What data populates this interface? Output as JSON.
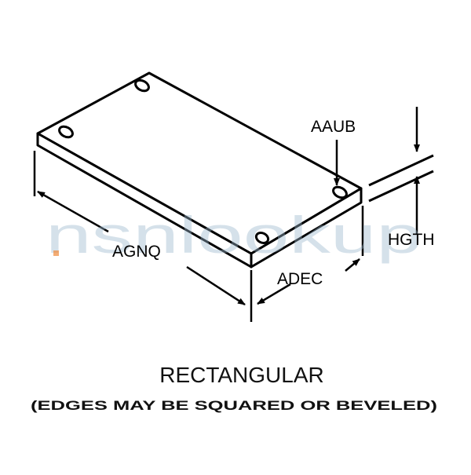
{
  "diagram": {
    "labels": {
      "length": "AGNQ",
      "width": "ADEC",
      "height": "HGTH",
      "hole": "AAUB"
    },
    "title": "RECTANGULAR",
    "subtitle": "(EDGES MAY BE SQUARED OR BEVELED)"
  },
  "watermark": {
    "text": "nsnlookup"
  },
  "colors": {
    "line": "#000000",
    "watermark": "#9bb7cc",
    "watermark_dot": "#f08a3a"
  }
}
